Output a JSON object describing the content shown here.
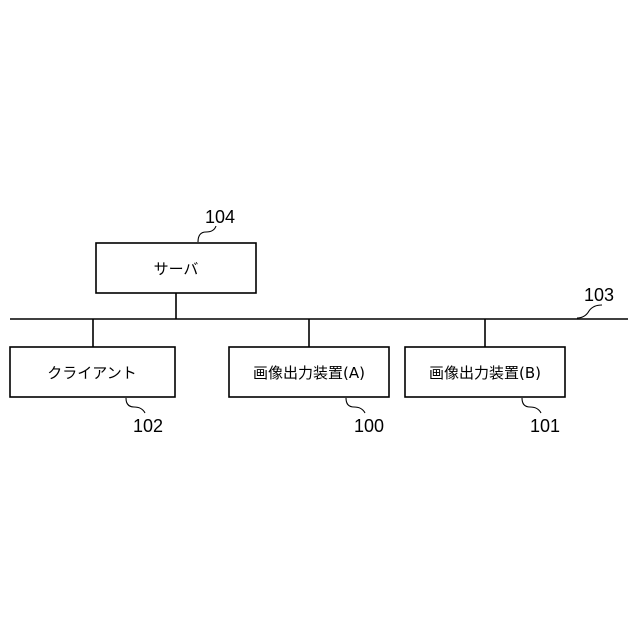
{
  "diagram": {
    "network": {
      "ref": "103"
    },
    "server": {
      "label": "サーバ",
      "ref": "104"
    },
    "client": {
      "label": "クライアント",
      "ref": "102"
    },
    "device_a": {
      "label": "画像出力装置(A)",
      "ref": "100"
    },
    "device_b": {
      "label": "画像出力装置(B)",
      "ref": "101"
    }
  }
}
